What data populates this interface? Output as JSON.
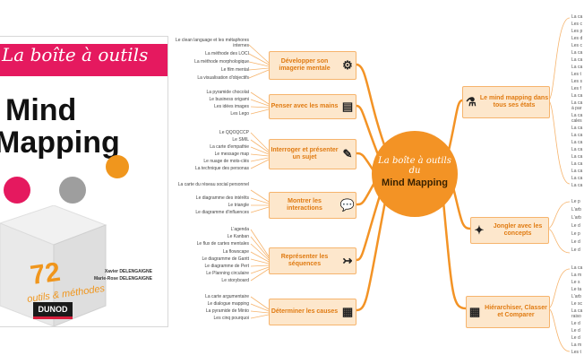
{
  "cover": {
    "series": "La boîte à outils",
    "title_line1": "Mind",
    "title_line2": "Mapping",
    "number": "72",
    "subtitle": "outils & méthodes",
    "author1": "Xavier DELENGAIGNE",
    "author2": "Marie-Rose DELENGAIGNE",
    "publisher": "DUNOD"
  },
  "hub": {
    "line1": "La boîte à outils du",
    "line2": "Mind Mapping"
  },
  "left_branches": [
    {
      "label": "Développer son imagerie mentale",
      "icon": "head-gear-icon",
      "leaves": [
        "Le clean language et les métaphores internes",
        "La méthode des LOCI",
        "La méthode morphologique",
        "Le film mental",
        "La visualisation d'objectifs"
      ]
    },
    {
      "label": "Penser avec les mains",
      "icon": "clipboard-icon",
      "leaves": [
        "La pyramide chocolat",
        "Le business origami",
        "Les idées images",
        "Les Lego"
      ]
    },
    {
      "label": "Interroger et présenter un sujet",
      "icon": "pencil-icon",
      "leaves": [
        "Le QQOQCCP",
        "Le SMIL",
        "La carte d'empathie",
        "Le message map",
        "Le nuage de mots-clés",
        "La technique des personas"
      ]
    },
    {
      "label": "Montrer les interactions",
      "icon": "speech-bubbles-icon",
      "leaves": [
        "La carte du réseau social personnel",
        "Le diagramme des intérêts",
        "Le triangle",
        "Le diagramme d'influences"
      ]
    },
    {
      "label": "Représenter les séquences",
      "icon": "sequence-icon",
      "leaves": [
        "L'agenda",
        "Le Kanban",
        "Le flux de cartes mentales",
        "La flowscape",
        "Le diagramme de Gantt",
        "Le diagramme de Pert",
        "Le Planning circulaire",
        "Le storyboard"
      ]
    },
    {
      "label": "Déterminer les causes",
      "icon": "calculator-icon",
      "leaves": [
        "La carte argumentaire",
        "Le dialogue mapping",
        "La pyramide de Minto",
        "Les cinq pourquoi"
      ]
    }
  ],
  "right_branches": [
    {
      "label": "Le mind mapping dans tous ses états",
      "icon": "flask-icon",
      "leaves": [
        "La ca",
        "Les c",
        "Les p",
        "Les d",
        "Les c",
        "La ca",
        "La ca",
        "La ca",
        "Les t",
        "Les s",
        "Les f",
        "La ca",
        "La ca",
        "à par",
        "La ca",
        "cales",
        "La ca",
        "La ca",
        "La ca",
        "La ca",
        "La ca",
        "La ca",
        "La ca",
        "La ca",
        "La ca"
      ]
    },
    {
      "label": "Jongler avec les concepts",
      "icon": "concept-nodes-icon",
      "leaves": [
        "Le p",
        "L'arb",
        "L'arb",
        "Le d",
        "Le p",
        "Le d",
        "Le d"
      ]
    },
    {
      "label": "Hiérarchiser, Classer et Comparer",
      "icon": "abacus-icon",
      "leaves": [
        "La ca",
        "La m",
        "Le s",
        "Le ta",
        "L'arb",
        "Le sc",
        "La ca",
        "raiso",
        "Le d",
        "Le d",
        "Le d",
        "La m",
        "Les t"
      ]
    }
  ],
  "colors": {
    "accent": "#f39325",
    "branch_bg": "#fde7cc",
    "cover_pink": "#e5195f"
  }
}
